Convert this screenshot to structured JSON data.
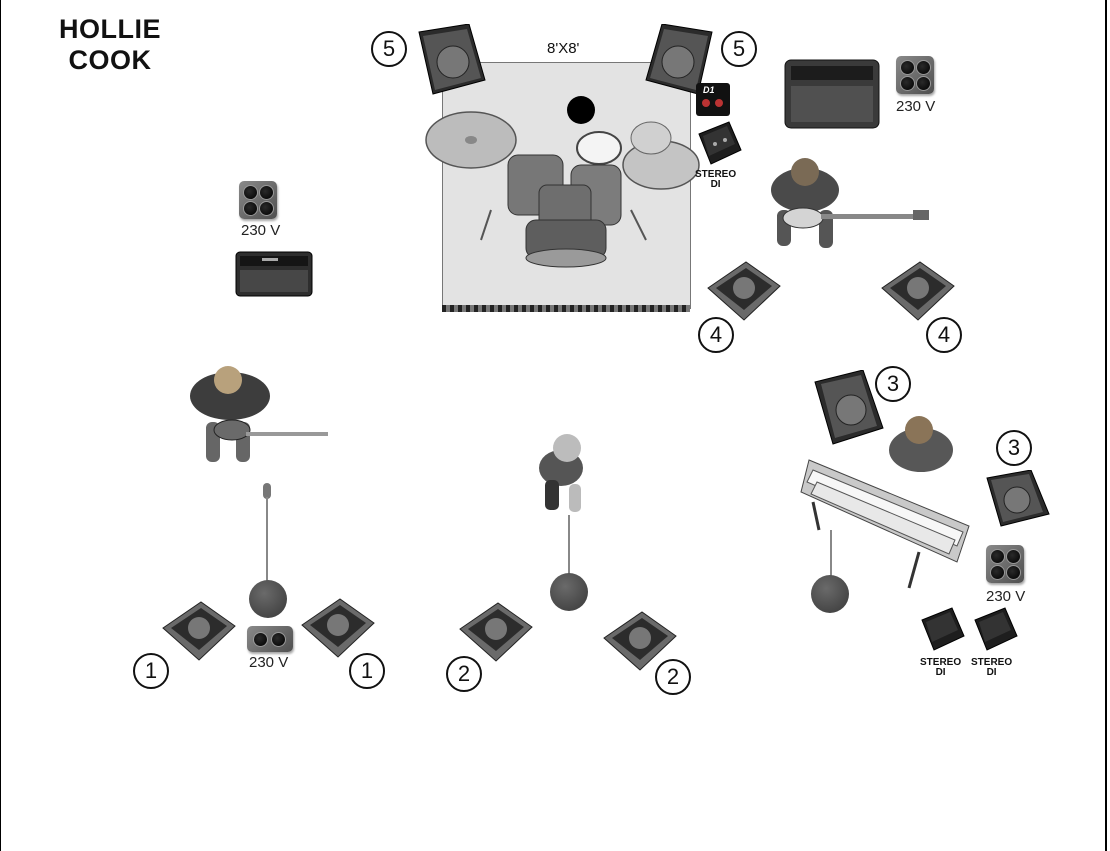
{
  "title": {
    "line1": "HOLLIE",
    "line2": "COOK"
  },
  "stage": {
    "riser_label": "8'X8'"
  },
  "monitor_numbers": {
    "mix1": "1",
    "mix2": "2",
    "mix3": "3",
    "mix4": "4",
    "mix5": "5"
  },
  "power": {
    "label": "230 V"
  },
  "di": {
    "stereo_label_1": "STEREO",
    "stereo_label_2": "DI",
    "badge": "D1"
  },
  "icons": {
    "monitor": "floor-wedge-icon",
    "side_fill": "side-fill-speaker-icon",
    "power": "power-outlet-icon",
    "di": "di-box-icon",
    "amp": "amplifier-icon",
    "drums": "drum-kit-icon",
    "keys": "keyboard-icon",
    "mic": "mic-stand-icon"
  }
}
